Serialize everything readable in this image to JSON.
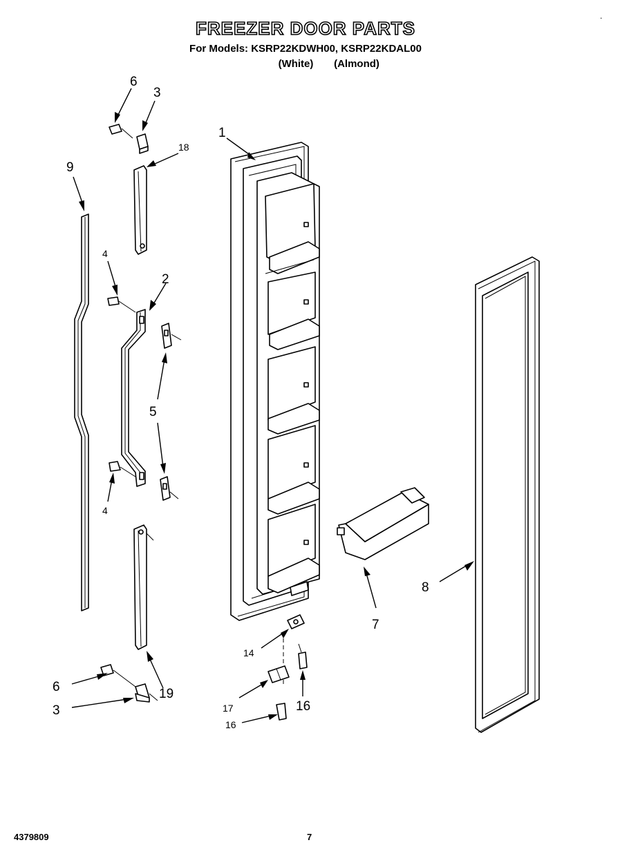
{
  "header": {
    "title": "FREEZER DOOR PARTS",
    "models_line": "For Models: KSRP22KDWH00, KSRP22KDAL00",
    "color_white": "(White)",
    "color_almond": "(Almond)"
  },
  "callouts": {
    "c1": "1",
    "c2": "2",
    "c3_top": "3",
    "c3_bottom": "3",
    "c4_top": "4",
    "c4_bottom": "4",
    "c5": "5",
    "c6_top": "6",
    "c6_bottom": "6",
    "c7": "7",
    "c8": "8",
    "c9": "9",
    "c14": "14",
    "c16_right": "16",
    "c16_left": "16",
    "c17": "17",
    "c18": "18",
    "c19": "19"
  },
  "footer": {
    "doc_number": "4379809",
    "page_number": "7"
  }
}
